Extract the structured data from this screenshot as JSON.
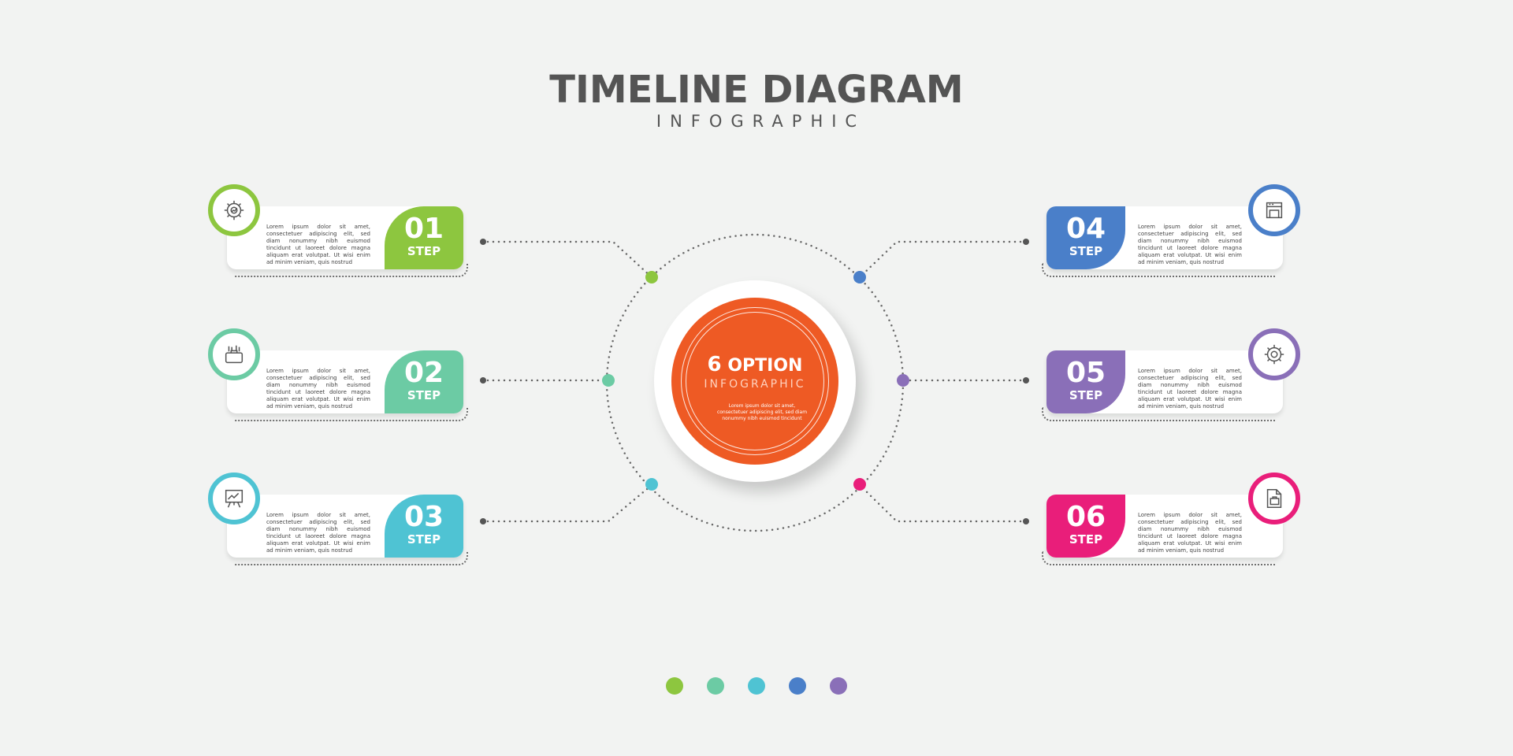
{
  "header": {
    "title": "TIMELINE DIAGRAM",
    "subtitle": "INFOGRAPHIC"
  },
  "center": {
    "number": "6",
    "title": "OPTION",
    "subtitle": "INFOGRAPHIC",
    "text": "Lorem ipsum dolor sit amet, consectetuer adipiscing elit, sed diam nonummy nibh euismod tincidunt",
    "color": "#ee5a24"
  },
  "steps": [
    {
      "number": "01",
      "label": "STEP",
      "color": "#8dc63f",
      "icon": "gear-growth-icon",
      "text": "Lorem ipsum dolor sit amet, consectetuer adipiscing elit, sed diam nonummy nibh euismod tincidunt ut laoreet dolore magna aliquam erat volutpat. Ut wisi enim ad minim veniam, quis nostrud"
    },
    {
      "number": "02",
      "label": "STEP",
      "color": "#6ccba4",
      "icon": "briefcase-tools-icon",
      "text": "Lorem ipsum dolor sit amet, consectetuer adipiscing elit, sed diam nonummy nibh euismod tincidunt ut laoreet dolore magna aliquam erat volutpat. Ut wisi enim ad minim veniam, quis nostrud"
    },
    {
      "number": "03",
      "label": "STEP",
      "color": "#4fc3d3",
      "icon": "presentation-board-icon",
      "text": "Lorem ipsum dolor sit amet, consectetuer adipiscing elit, sed diam nonummy nibh euismod tincidunt ut laoreet dolore magna aliquam erat volutpat. Ut wisi enim ad minim veniam, quis nostrud"
    },
    {
      "number": "04",
      "label": "STEP",
      "color": "#4a7fc9",
      "icon": "storefront-icon",
      "text": "Lorem ipsum dolor sit amet, consectetuer adipiscing elit, sed diam nonummy nibh euismod tincidunt ut laoreet dolore magna aliquam erat volutpat. Ut wisi enim ad minim veniam, quis nostrud"
    },
    {
      "number": "05",
      "label": "STEP",
      "color": "#8a6fb8",
      "icon": "gear-growth-icon",
      "text": "Lorem ipsum dolor sit amet, consectetuer adipiscing elit, sed diam nonummy nibh euismod tincidunt ut laoreet dolore magna aliquam erat volutpat. Ut wisi enim ad minim veniam, quis nostrud"
    },
    {
      "number": "06",
      "label": "STEP",
      "color": "#e91e7a",
      "icon": "document-briefcase-icon",
      "text": "Lorem ipsum dolor sit amet, consectetuer adipiscing elit, sed diam nonummy nibh euismod tincidunt ut laoreet dolore magna aliquam erat volutpat. Ut wisi enim ad minim veniam, quis nostrud"
    }
  ],
  "legend_colors": [
    "#8dc63f",
    "#6ccba4",
    "#4fc3d3",
    "#4a7fc9",
    "#8a6fb8"
  ]
}
